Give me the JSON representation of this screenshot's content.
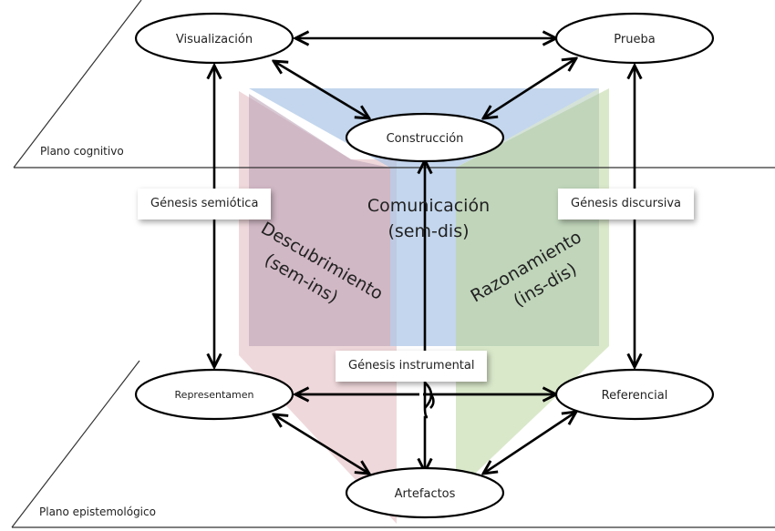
{
  "planes": {
    "cognitive": {
      "label": "Plano cognitivo"
    },
    "epistemological": {
      "label": "Plano epistemológico"
    }
  },
  "nodes": {
    "visualizacion": "Visualización",
    "prueba": "Prueba",
    "construccion": "Construcción",
    "representamen": "Representamen",
    "referencial": "Referencial",
    "artefactos": "Artefactos"
  },
  "geneses": {
    "semiotica": "Génesis semiótica",
    "discursiva": "Génesis discursiva",
    "instrumental": "Génesis instrumental"
  },
  "regions": {
    "descubrimiento": {
      "line1": "Descubrimiento",
      "line2": "(sem-ins)",
      "color": "#d9a7ad"
    },
    "comunicacion": {
      "line1": "Comunicación",
      "line2": "(sem-dis)",
      "color": "#a9c4e6"
    },
    "razonamiento": {
      "line1": "Razonamiento",
      "line2": "(ins-dis)",
      "color": "#b9d39f"
    }
  },
  "colors": {
    "stroke": "#000000",
    "plane_line": "#333333"
  }
}
